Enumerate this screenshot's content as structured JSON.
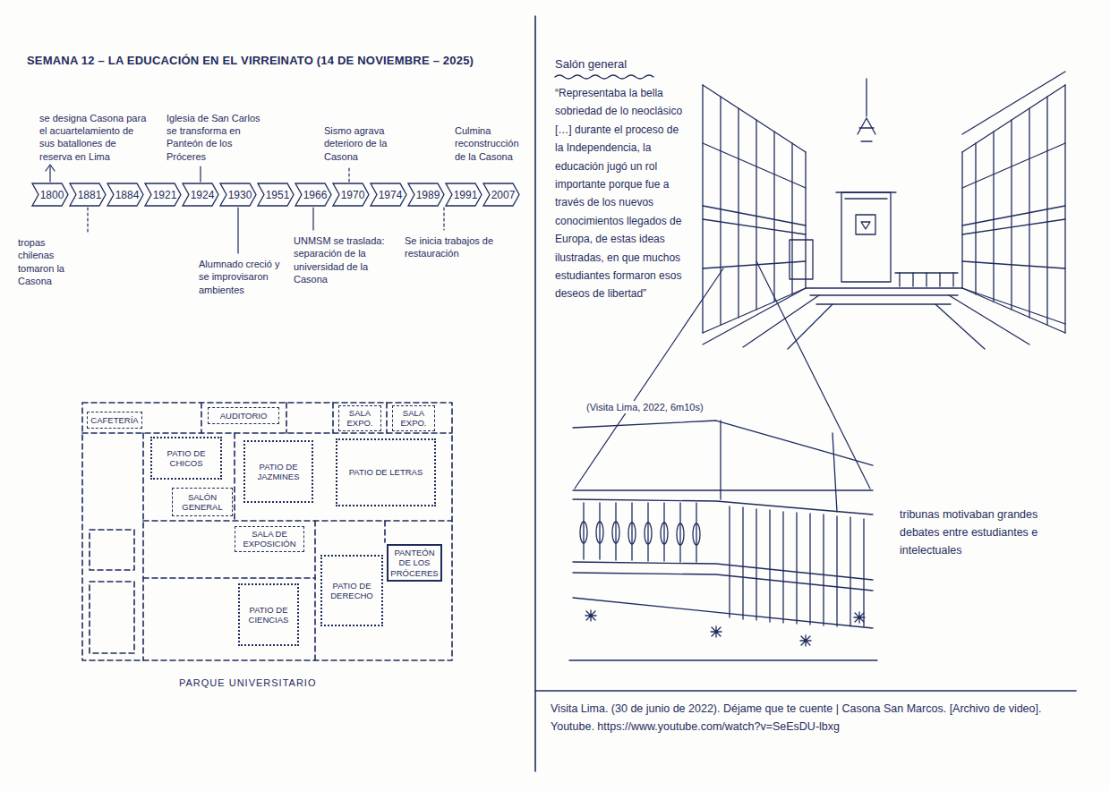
{
  "diagram": {
    "title": "SEMANA 12 – LA EDUCACIÓN EN EL VIRREINATO (14 DE NOVIEMBRE – 2025)",
    "nodes": [
      {
        "text": [
          "1800"
        ]
      },
      {
        "text": [
          "1881"
        ]
      },
      {
        "text": [
          "1884"
        ]
      },
      {
        "text": [
          "1921"
        ]
      },
      {
        "text": [
          "1924"
        ]
      },
      {
        "text": [
          "1930"
        ]
      },
      {
        "text": [
          "1951"
        ]
      },
      {
        "text": [
          "1966"
        ]
      },
      {
        "text": [
          "1970"
        ]
      },
      {
        "text": [
          "1974"
        ]
      },
      {
        "text": [
          "1989"
        ]
      },
      {
        "text": [
          "1991"
        ]
      },
      {
        "text": [
          "2007"
        ]
      },
      {
        "text": [
          "CAFETERÍA"
        ]
      },
      {
        "text": [
          "AUDITORIO"
        ]
      },
      {
        "text": [
          "SALA EXPO."
        ]
      },
      {
        "text": [
          "SALA EXPO."
        ]
      },
      {
        "text": [
          "PATIO DE CHICOS"
        ]
      },
      {
        "text": [
          "PATIO DE JAZMINES"
        ]
      },
      {
        "text": [
          "PATIO DE LETRAS"
        ]
      },
      {
        "text": [
          "SALÓN GENERAL"
        ]
      },
      {
        "text": [
          "SALA DE EXPOSICIÓN"
        ]
      },
      {
        "text": [
          "PANTEÓN DE LOS PRÓCERES"
        ]
      },
      {
        "text": [
          "PATIO DE DERECHO"
        ]
      },
      {
        "text": [
          "PATIO DE CIENCIAS"
        ]
      }
    ],
    "labels": [
      "se designa Casona para el acuartelamiento de sus batallones de reserva en Lima",
      "tropas chilenas tomaron la Casona",
      "Iglesia de San Carlos se transforma en Panteón de los Próceres",
      "Alumnado creció y se improvisaron ambientes",
      "UNMSM se traslada: separación de la universidad de la Casona",
      "Sismo agrava deterioro de la Casona",
      "Se inicia trabajos de restauración",
      "Culmina reconstrucción de la Casona",
      "PARQUE UNIVERSITARIO",
      "Salón general",
      "“Representaba la bella sobriedad de lo neoclásico […] durante el proceso de la Independencia, la educación jugó un rol importante porque fue a través de los nuevos conocimientos llegados de Europa, de estas ideas ilustradas, en que muchos estudiantes formaron esos deseos de libertad”",
      "(Visita Lima, 2022, 6m10s)",
      "tribunas motivaban grandes debates entre estudiantes e intelectuales",
      "Visita Lima. (30 de junio de 2022). Déjame que te cuente | Casona San Marcos. [Archivo de video]. Youtube. https://www.youtube.com/watch?v=SeEsDU-lbxg"
    ]
  }
}
